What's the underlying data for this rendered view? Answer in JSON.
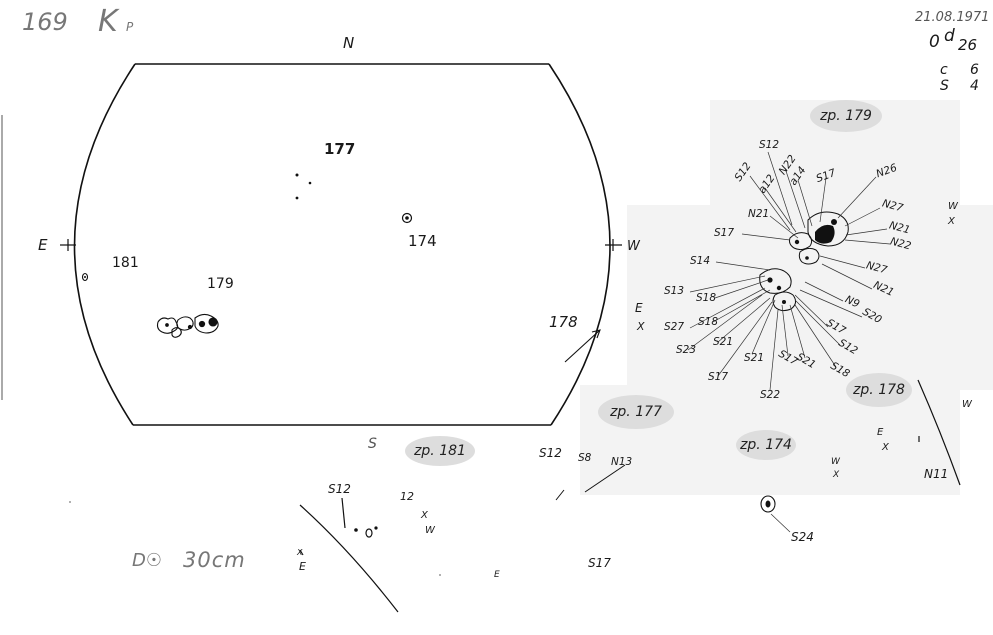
{
  "header": {
    "sheet_number": "169",
    "observatory_code": "K",
    "observatory_sub": "P",
    "date": "21.08.1971",
    "time_prefix": "0",
    "time_letter": "d",
    "time_value": "26",
    "quality_c_label": "c",
    "quality_c_value": "6",
    "quality_s_label": "S",
    "quality_s_value": "4"
  },
  "disk": {
    "north": "N",
    "south": "S",
    "east": "E",
    "west": "W",
    "groups": [
      "177",
      "174",
      "181",
      "179",
      "178"
    ]
  },
  "footer": {
    "diameter_symbol": "D☉",
    "diameter_value": "30cm"
  },
  "inset_179": {
    "tag": "zp. 179",
    "labels": [
      "S12",
      "S12",
      "a12",
      "N22",
      "a14",
      "S17",
      "N26",
      "N21",
      "N27",
      "N21",
      "N22",
      "S17",
      "S14",
      "N27",
      "N21",
      "S13",
      "S18",
      "N9",
      "S20",
      "S27",
      "S18",
      "S17",
      "S12",
      "S23",
      "S21",
      "S21",
      "S17",
      "S21",
      "S18",
      "S17",
      "S22"
    ],
    "east": "E",
    "x_left": "X",
    "west": "W",
    "x_right": "X"
  },
  "inset_177": {
    "tag": "zp. 177",
    "labels": [
      "S8",
      "N13"
    ]
  },
  "inset_174": {
    "tag": "zp. 174",
    "west": "W",
    "x": "X",
    "label": "S24"
  },
  "inset_178": {
    "tag": "zp. 178",
    "east": "E",
    "x": "X",
    "label": "N11",
    "west": "W"
  },
  "inset_181": {
    "tag": "zp. 181",
    "labels": [
      "S12",
      "S12",
      "12",
      "S17"
    ],
    "x": "X",
    "west": "W",
    "east": "E",
    "east2": "E",
    "x2": "X"
  }
}
